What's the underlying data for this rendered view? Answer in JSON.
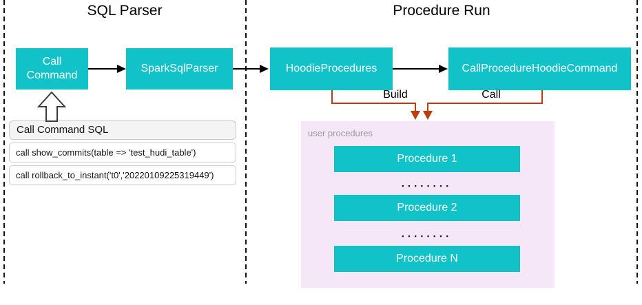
{
  "sections": {
    "sql_parser": {
      "title": "SQL Parser",
      "nodes": {
        "call_command": "Call Command",
        "spark_sql_parser": "SparkSqlParser"
      },
      "sql_box": {
        "header": "Call Command SQL",
        "rows": [
          "call show_commits(table => 'test_hudi_table')",
          "call rollback_to_instant('t0','20220109225319449')"
        ]
      }
    },
    "procedure_run": {
      "title": "Procedure Run",
      "nodes": {
        "hoodie_procedures": "HoodieProcedures",
        "call_procedure_hoodie_command": "CallProcedureHoodieCommand"
      },
      "edge_labels": {
        "build": "Build",
        "call": "Call"
      },
      "user_procedures": {
        "label": "user procedures",
        "items": [
          "Procedure 1",
          "Procedure 2",
          "Procedure N"
        ],
        "dots": "▪▪▪▪▪▪▪▪"
      }
    }
  },
  "icons": {
    "flow_arrow": "black right arrow",
    "build_call_arrows": "red down arrows",
    "input_up_arrow": "hollow up block arrow"
  },
  "colors": {
    "node_fill": "#12C2C9",
    "node_text": "#FFFFFF",
    "container_fill": "#F5E6F8",
    "container_label": "#999999",
    "edge_red": "#C13A0D",
    "edge_black": "#000000",
    "table_header_bg": "#F4F4F4",
    "dashed_border": "#111111"
  }
}
